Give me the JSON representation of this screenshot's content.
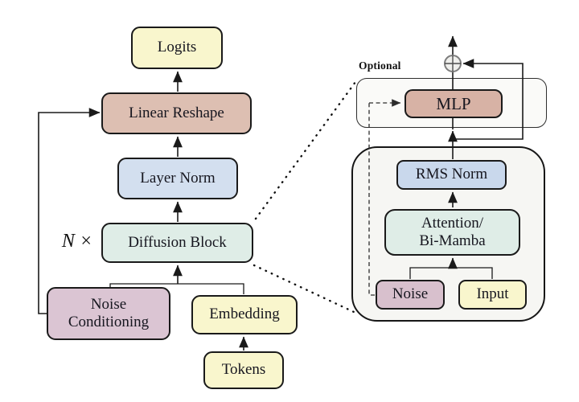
{
  "figure": {
    "kind": "model-architecture-diagram",
    "left_diagram": {
      "repeat_label": "N ×",
      "nodes": {
        "logits": "Logits",
        "linear_reshape": "Linear Reshape",
        "layer_norm": "Layer Norm",
        "diffusion_block": "Diffusion Block",
        "noise_conditioning": "Noise\nConditioning",
        "embedding": "Embedding",
        "tokens": "Tokens"
      }
    },
    "detail_diagram": {
      "optional_label": "Optional",
      "nodes": {
        "mlp": "MLP",
        "rms_norm": "RMS Norm",
        "attention": "Attention/\nBi-Mamba",
        "noise": "Noise",
        "input": "Input"
      },
      "icons": {
        "sum": "circled-plus"
      }
    }
  },
  "palette": {
    "yellow": "#f9f6cd",
    "rose": "#ddbfb2",
    "rose_deep": "#d7b2a5",
    "blue": "#d3dfef",
    "blue_deep": "#c9d8ec",
    "mint": "#dfede7",
    "mauve": "#dbc5d3",
    "mauve_deep": "#d8c0cd",
    "panel_gray": "#f6f6f3",
    "panel_light": "#fafaf8",
    "line": "#1a1a1a"
  }
}
